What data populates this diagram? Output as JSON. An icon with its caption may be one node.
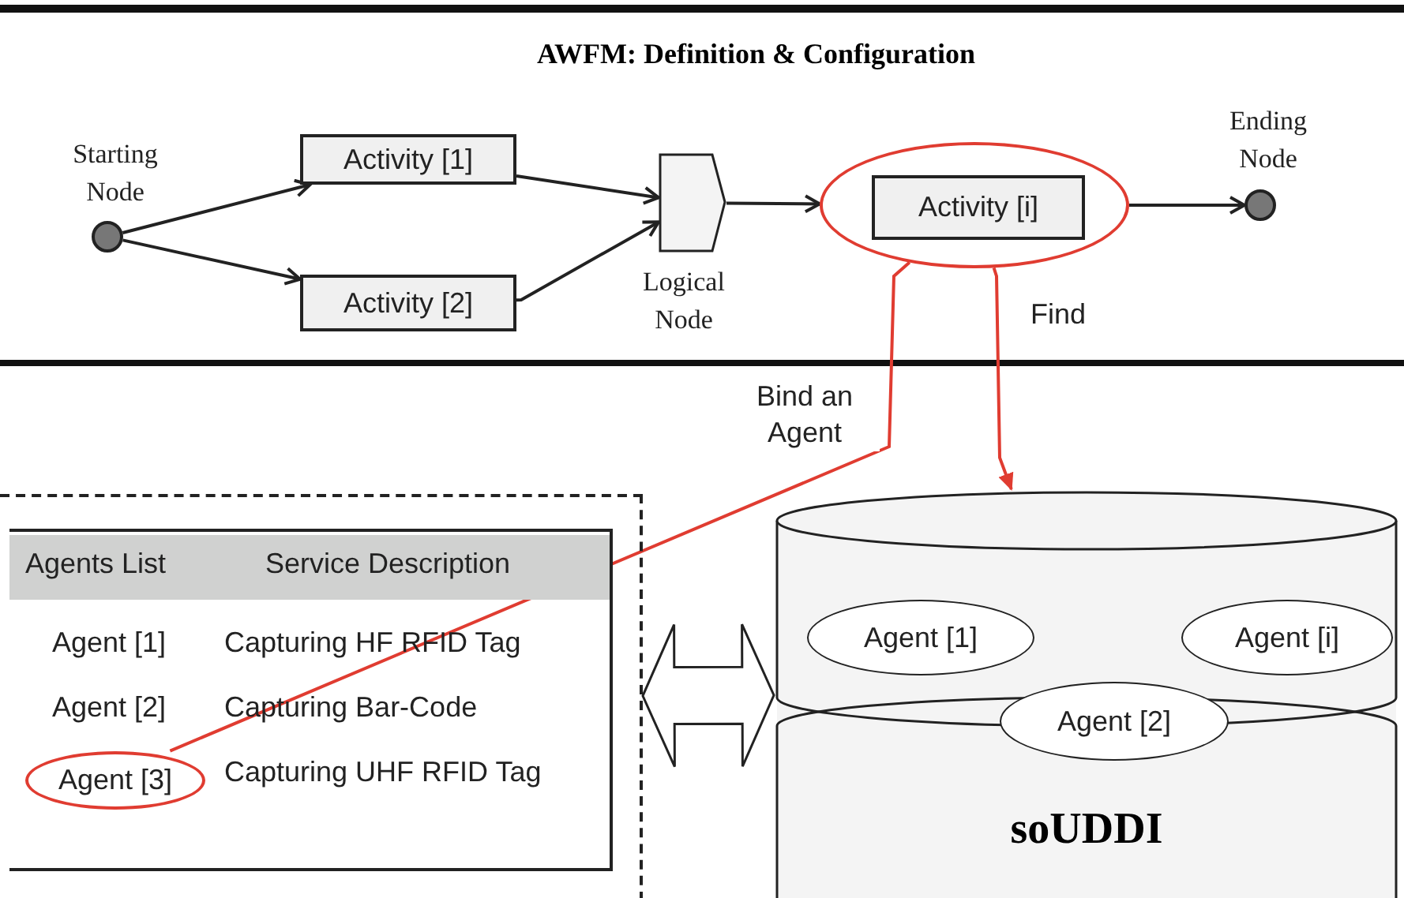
{
  "diagram": {
    "title": "AWFM: Definition & Configuration",
    "nodes": [
      {
        "text": [],
        "shape": "circle",
        "beside": [
          "Starting Node"
        ]
      },
      {
        "text": [
          "Activity [1]"
        ]
      },
      {
        "text": [
          "Activity [2]"
        ]
      },
      {
        "text": [],
        "shape": "box",
        "beside": [
          "Logical Node"
        ]
      },
      {
        "text": [],
        "shape": "ellipse"
      },
      {
        "text": [
          "Activity [i]"
        ],
        "in": 4
      },
      {
        "text": [],
        "shape": "circle",
        "beside": [
          "Ending Node"
        ]
      },
      {
        "text": [],
        "shape": "box"
      },
      {
        "text": [],
        "shape": "box",
        "in": 7
      },
      {
        "text": [
          "Agent [3]"
        ],
        "in": 8
      },
      {
        "text": [
          "soUDDI"
        ]
      },
      {
        "text": [
          "Agent [1]"
        ],
        "in": 10
      },
      {
        "text": [
          "Agent [i]"
        ],
        "in": 10
      },
      {
        "text": [
          "Agent [2]"
        ],
        "in": 10
      }
    ],
    "edges": [
      {
        "from": 0,
        "to": 1,
        "arrow": "to"
      },
      {
        "from": 0,
        "to": 2,
        "arrow": "to"
      },
      {
        "from": 1,
        "to": 3,
        "arrow": "to"
      },
      {
        "from": 2,
        "to": 3,
        "arrow": "to"
      },
      {
        "from": 3,
        "to": 4,
        "arrow": "to"
      },
      {
        "from": 4,
        "to": 6,
        "arrow": "to"
      },
      {
        "from": 4,
        "to": 10,
        "arrow": "to",
        "label": "Find",
        "color": "#e03c31"
      },
      {
        "from": 4,
        "to": 9,
        "arrow": "none",
        "label": "Bind an Agent",
        "color": "#e03c31"
      },
      {
        "from": 7,
        "to": 10,
        "arrow": "both",
        "style": "thick"
      }
    ],
    "labels": [
      "Agents List",
      "Service Description",
      "Agent [1]",
      "Capturing HF RFID Tag",
      "Agent [2]",
      "Capturing Bar-Code",
      "Capturing UHF RFID Tag"
    ]
  }
}
